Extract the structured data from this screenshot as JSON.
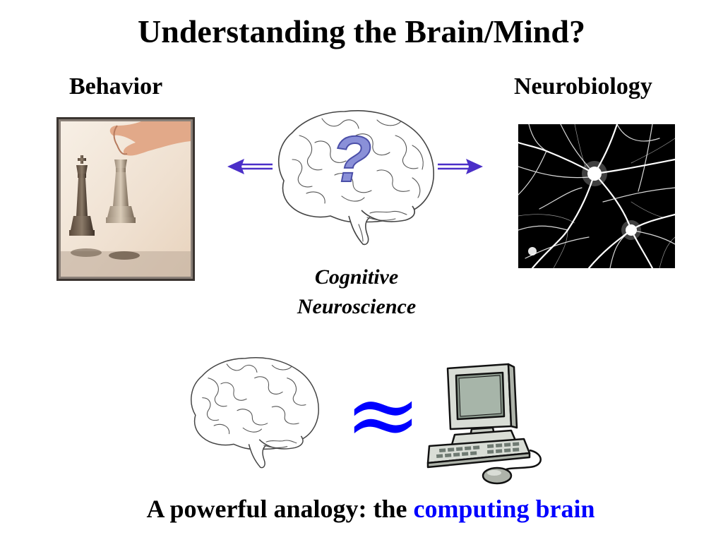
{
  "slide": {
    "title": "Understanding the Brain/Mind?",
    "left_label": "Behavior",
    "right_label": "Neurobiology",
    "center_label_line1": "Cognitive",
    "center_label_line2": "Neuroscience",
    "question_mark": "?",
    "approx_symbol": "≈",
    "analogy_prefix": "A powerful analogy: the ",
    "analogy_highlight": "computing brain"
  },
  "colors": {
    "arrow": "#4b2fc8",
    "highlight": "#0000ff",
    "question_fill": "#8a90d8",
    "background": "#ffffff"
  },
  "icons": {
    "behavior_image": "chess-hand-icon",
    "neurobiology_image": "neuron-network-icon",
    "brain_top": "brain-icon",
    "brain_bottom": "brain-icon",
    "computer": "computer-icon"
  }
}
